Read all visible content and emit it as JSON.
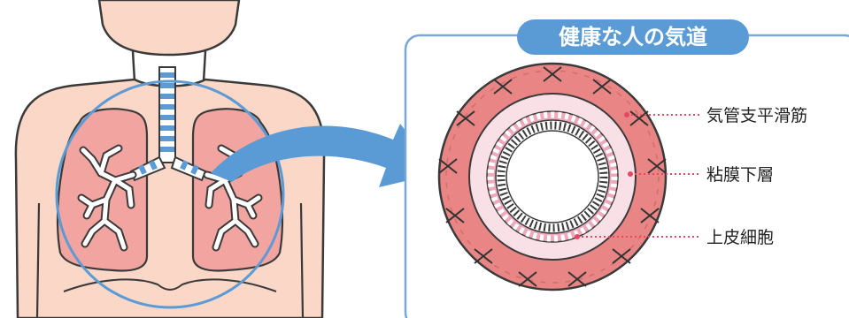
{
  "title": "健康な人の気道",
  "labels": [
    {
      "id": "smooth-muscle",
      "text": "気管支平滑筋"
    },
    {
      "id": "submucosa",
      "text": "粘膜下層"
    },
    {
      "id": "epithelium",
      "text": "上皮細胞"
    }
  ],
  "colors": {
    "skin": "#fad7c6",
    "outline": "#3a3a3a",
    "lung": "#f1a4a0",
    "lung_dark": "#e88c8a",
    "accent_blue": "#5b9bd5",
    "panel_border": "#7aa8d6",
    "muscle": "#e98585",
    "submucosa": "#f9dfe6",
    "epithelium": "#eea9bd",
    "leader_red": "#e8475f"
  }
}
